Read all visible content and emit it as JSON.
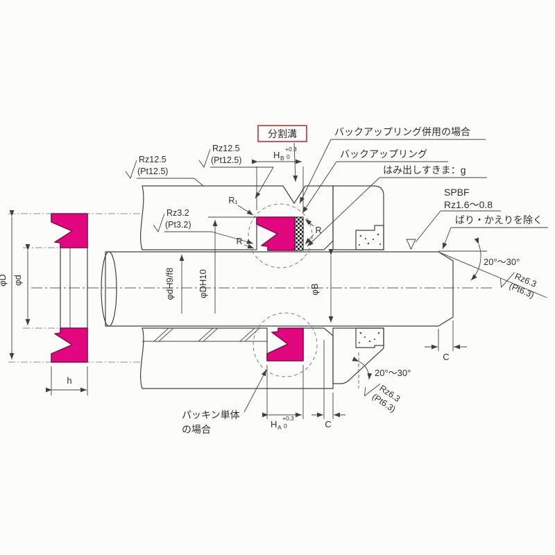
{
  "drawing": {
    "callouts": {
      "split_groove": "分割溝",
      "backup_ring_case": "バックアップリング併用の場合",
      "backup_ring": "バックアップリング",
      "extrusion_gap": "はみ出しすきま：g",
      "deburr": "ばり・かえりを除く",
      "packing_alone_line1": "パッキン単体",
      "packing_alone_line2": "の場合",
      "spbf": "SPBF",
      "spbf_roughness": "Rz1.6〜0.8"
    },
    "surface_finish": {
      "rz12_5": {
        "line1": "Rz12.5",
        "line2": "(Pt12.5)"
      },
      "rz3_2": {
        "line1": "Rz3.2",
        "line2": "(Pt3.2)"
      },
      "rz6_3": {
        "line1": "Rz6.3",
        "line2": "(Pt6.3)"
      }
    },
    "dimensions": {
      "groove_width_backup": {
        "letter": "H",
        "sub": "B",
        "tol_upper": "+0.3",
        "tol_lower": "0"
      },
      "groove_width_single": {
        "letter": "H",
        "sub": "A",
        "tol_upper": "+0.3",
        "tol_lower": "0"
      },
      "chamfer": "C",
      "angle": "20°〜30°",
      "rod_dia": "φdH9/f8",
      "groove_dia": "φDH10",
      "bore_dia": "φB",
      "seal_od": "φD",
      "seal_id": "φd",
      "seal_height": "h",
      "radius_r1": "R₁",
      "radius_r": "R"
    },
    "colors": {
      "seal": "#e2077e",
      "label_red": "#c62f2f"
    }
  }
}
